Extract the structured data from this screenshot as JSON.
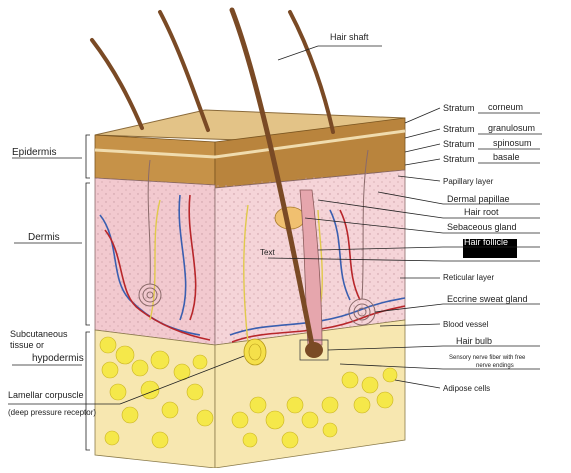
{
  "diagram": {
    "left_labels": {
      "epidermis": "Epidermis",
      "dermis": "Dermis",
      "subcutaneous_line1": "Subcutaneous",
      "subcutaneous_line2": "tissue or",
      "hypodermis": "hypodermis",
      "lamellar": "Lamellar corpuscle",
      "lamellar_note": "(deep pressure receptor)"
    },
    "top_label": "Hair shaft",
    "inner_label": "Text",
    "right_labels": {
      "stratum": "Stratum",
      "corneum": "corneum",
      "granulosum": "granulosum",
      "spinosum": "spinosum",
      "basale": "basale",
      "papillary": "Papillary layer",
      "dermal_papillae": "Dermal papillae",
      "hair_root": "Hair root",
      "sebaceous": "Sebaceous gland",
      "hair_follicle": "Hair follicle",
      "reticular": "Reticular layer",
      "eccrine": "Eccrine sweat gland",
      "blood_vessel": "Blood vessel",
      "hair_bulb": "Hair bulb",
      "sensory_line1": "Sensory nerve fiber with free",
      "sensory_line2": "nerve endings",
      "adipose": "Adipose cells"
    },
    "colors": {
      "epidermis": "#d9b878",
      "epidermis_dark": "#9a6a2a",
      "dermis": "#f2c9cf",
      "hypodermis": "#f7e7b0",
      "fat": "#f5e84a",
      "hair": "#7a4a25",
      "vein": "#3a5fb0",
      "artery": "#b8262a",
      "nerve": "#e0c94a"
    }
  }
}
